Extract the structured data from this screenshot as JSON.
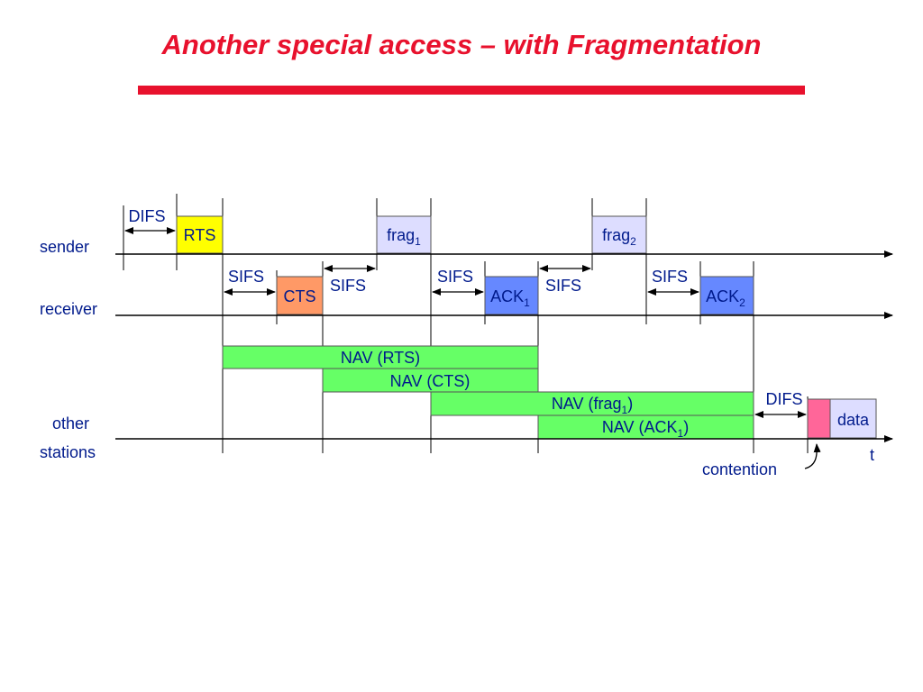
{
  "slide": {
    "title": "Another special access – with Fragmentation"
  },
  "colors": {
    "title": "#e8112d",
    "text": "#001a8c",
    "rts": "#ffff00",
    "cts": "#ff9966",
    "frag": "#ddddff",
    "ack": "#6688ff",
    "nav": "#66ff66",
    "contention": "#ff6699",
    "data": "#ddddff"
  },
  "diagram": {
    "rows": {
      "sender": "sender",
      "receiver": "receiver",
      "other_line1": "other",
      "other_line2": "stations"
    },
    "frames": {
      "rts": "RTS",
      "cts": "CTS",
      "frag1": "frag",
      "frag1_sub": "1",
      "frag2": "frag",
      "frag2_sub": "2",
      "ack1": "ACK",
      "ack1_sub": "1",
      "ack2": "ACK",
      "ack2_sub": "2",
      "data": "data"
    },
    "intervals": {
      "difs_sender": "DIFS",
      "sifs_1": "SIFS",
      "sifs_2": "SIFS",
      "sifs_3": "SIFS",
      "sifs_4": "SIFS",
      "sifs_5": "SIFS",
      "difs_other": "DIFS"
    },
    "nav": {
      "rts": "NAV (RTS)",
      "cts": "NAV (CTS)",
      "frag1_prefix": "NAV (frag",
      "frag1_sub": "1",
      "frag1_suffix": ")",
      "ack1_prefix": "NAV (ACK",
      "ack1_sub": "1",
      "ack1_suffix": ")"
    },
    "contention": "contention",
    "time_axis": "t"
  }
}
